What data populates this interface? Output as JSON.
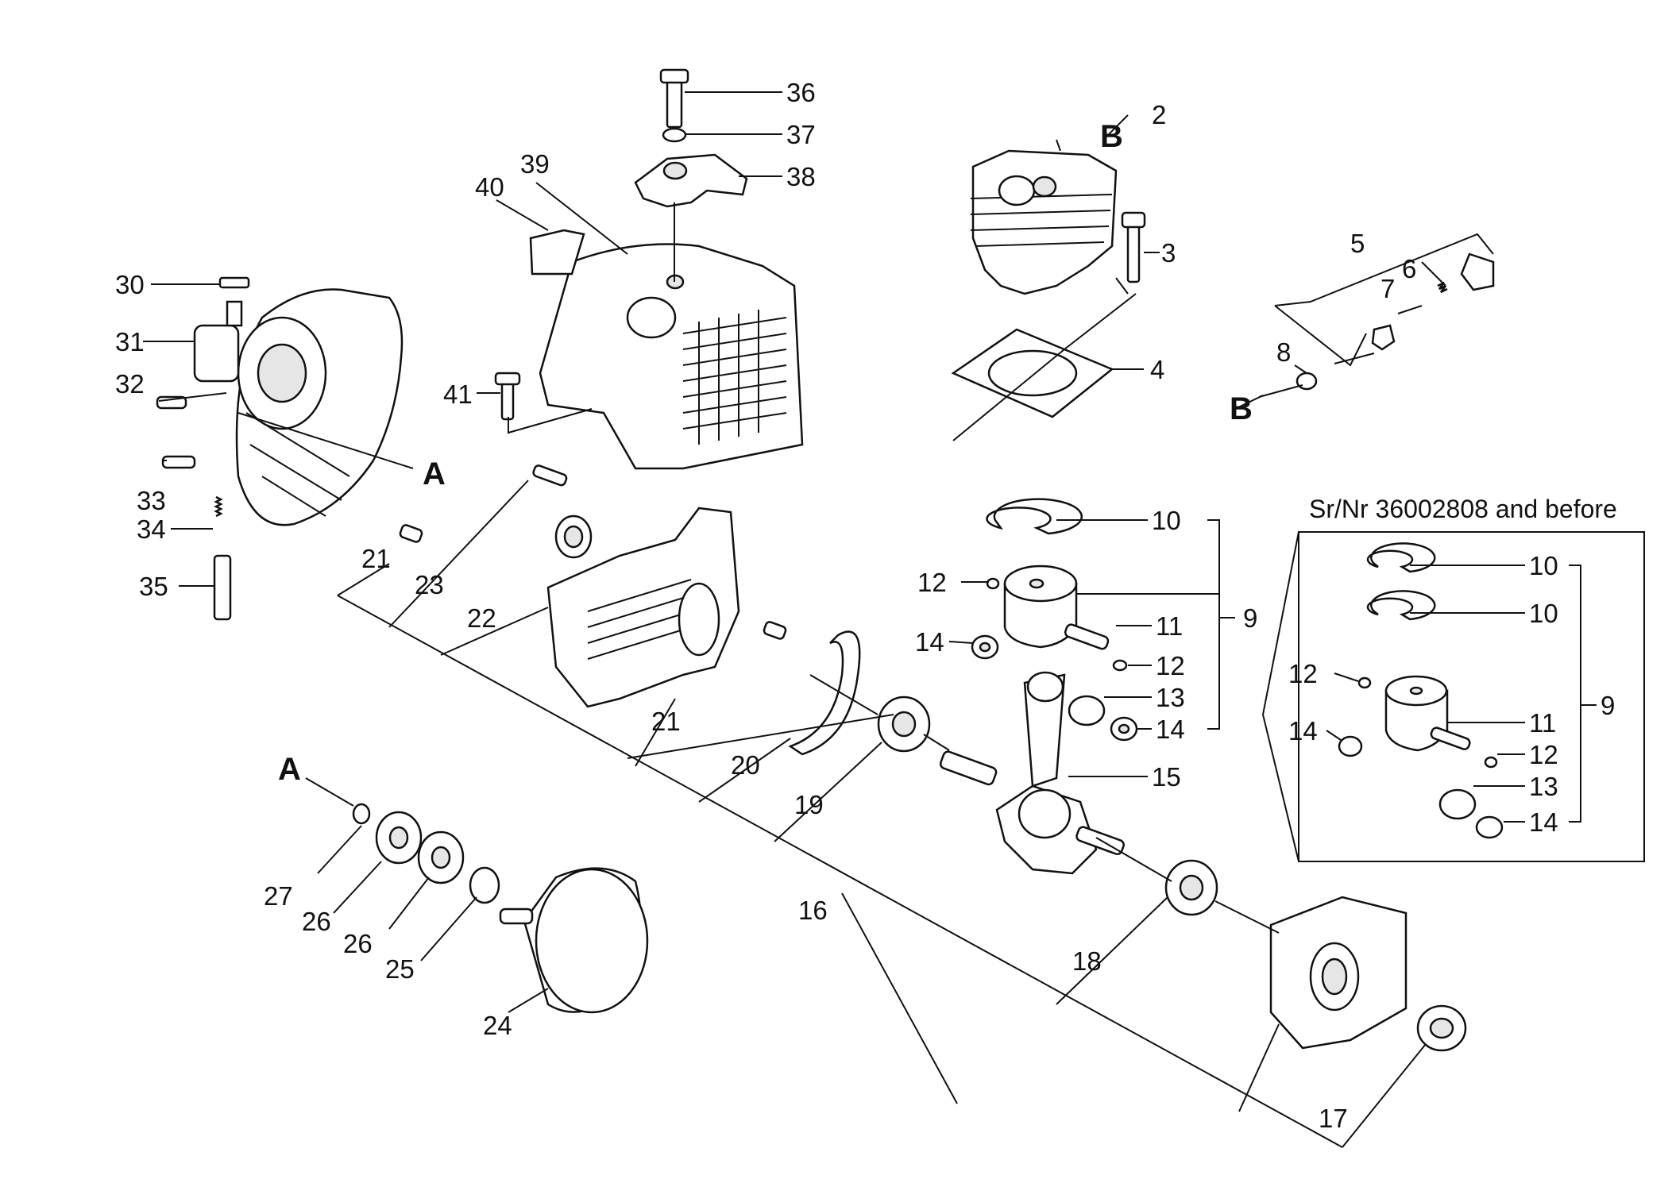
{
  "diagram": {
    "inset_note": "Sr/Nr 36002808 and before",
    "ref_marks": {
      "a": "A",
      "b": "B"
    },
    "labels": {
      "p2": "2",
      "p3": "3",
      "p4": "4",
      "p5": "5",
      "p6": "6",
      "p7": "7",
      "p8": "8",
      "p9": "9",
      "p10": "10",
      "p11": "11",
      "p12": "12",
      "p13": "13",
      "p14": "14",
      "p15": "15",
      "p16": "16",
      "p17": "17",
      "p18": "18",
      "p19": "19",
      "p20": "20",
      "p21": "21",
      "p22": "22",
      "p23": "23",
      "p24": "24",
      "p25": "25",
      "p26": "26",
      "p27": "27",
      "p30": "30",
      "p31": "31",
      "p32": "32",
      "p33": "33",
      "p34": "34",
      "p35": "35",
      "p36": "36",
      "p37": "37",
      "p38": "38",
      "p39": "39",
      "p40": "40",
      "p41": "41"
    }
  }
}
